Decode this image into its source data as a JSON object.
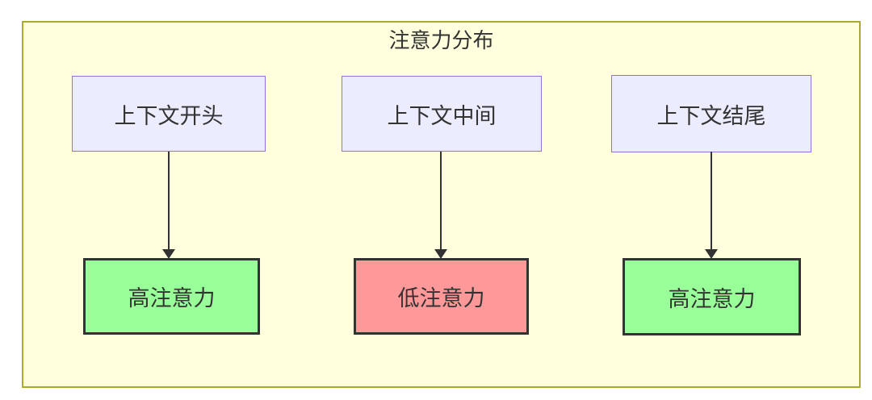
{
  "diagram": {
    "title": "注意力分布",
    "type": "flowchart",
    "columns": [
      {
        "source_label": "上下文开头",
        "target_label": "高注意力",
        "attention_level": "high"
      },
      {
        "source_label": "上下文中间",
        "target_label": "低注意力",
        "attention_level": "low"
      },
      {
        "source_label": "上下文结尾",
        "target_label": "高注意力",
        "attention_level": "high"
      }
    ],
    "colors": {
      "page_bg": "#ffffff",
      "container_bg": "#ffffde",
      "container_border": "#aaaa33",
      "source_node_bg": "#ececff",
      "source_node_border": "#9370db",
      "high_attention_bg": "#99ff99",
      "low_attention_bg": "#ff9999",
      "target_node_border": "#333333",
      "arrow": "#333333",
      "text": "#333333"
    }
  }
}
